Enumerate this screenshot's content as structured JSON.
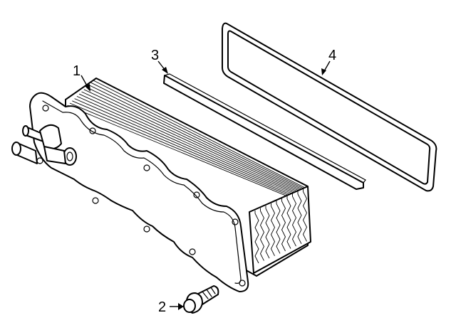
{
  "callouts": {
    "part_1": "1",
    "part_2": "2",
    "part_3": "3",
    "part_4": "4"
  },
  "icons": {
    "oil_cooler": "oil-cooler-icon",
    "bolt": "bolt-icon",
    "strip_seal": "strip-seal-icon",
    "gasket": "gasket-icon"
  },
  "colors": {
    "line": "#000000",
    "background": "#ffffff"
  }
}
